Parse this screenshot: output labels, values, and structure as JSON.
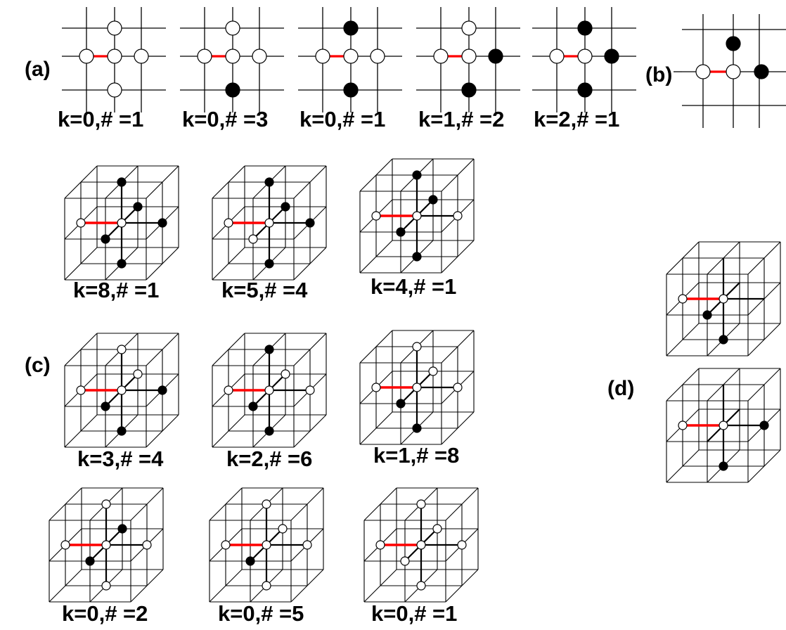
{
  "panel_labels": {
    "a": "(a)",
    "b": "(b)",
    "c": "(c)",
    "d": "(d)"
  },
  "colors": {
    "line": "#000000",
    "highlight": "#ff0000",
    "open_site": "#ffffff",
    "filled_site": "#000000"
  },
  "panel_a": {
    "configs": [
      {
        "caption": "k=0,# =1",
        "filled": []
      },
      {
        "caption": "k=0,# =3",
        "filled": [
          "bottom"
        ]
      },
      {
        "caption": "k=0,# =1",
        "filled": [
          "top",
          "bottom"
        ]
      },
      {
        "caption": "k=1,# =2",
        "filled": [
          "right",
          "bottom"
        ]
      },
      {
        "caption": "k=2,# =1",
        "filled": [
          "top",
          "right",
          "bottom"
        ]
      }
    ]
  },
  "panel_b": {
    "filled": [
      "top",
      "right"
    ]
  },
  "panel_c": {
    "configs": [
      {
        "caption": "k=8,# =1"
      },
      {
        "caption": "k=5,# =4"
      },
      {
        "caption": "k=4,# =1"
      },
      {
        "caption": "k=3,# =4"
      },
      {
        "caption": "k=2,# =6"
      },
      {
        "caption": "k=1,# =8"
      },
      {
        "caption": "k=0,# =2"
      },
      {
        "caption": "k=0,# =5"
      },
      {
        "caption": "k=0,# =1"
      }
    ]
  }
}
